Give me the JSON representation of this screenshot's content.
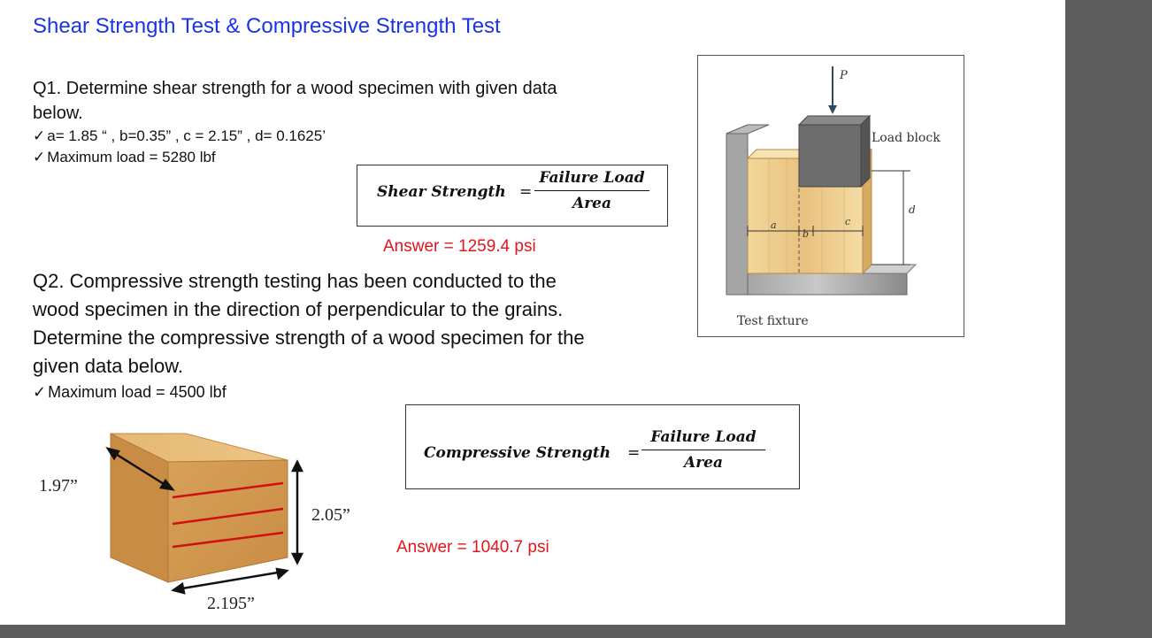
{
  "title": "Shear Strength Test & Compressive Strength Test",
  "q1": {
    "text": "Q1. Determine shear strength for a wood specimen with given data below.",
    "bullets": [
      "a= 1.85 “ , b=0.35” , c = 2.15” , d= 0.1625’",
      "Maximum load = 5280 lbf"
    ],
    "check": "✓"
  },
  "shear_formula": {
    "lhs": "Shear Strength",
    "eq": "=",
    "numerator": "Failure Load",
    "denominator": "Area"
  },
  "answer1": "Answer = 1259.4 psi",
  "q2": {
    "text": "Q2. Compressive strength testing has been conducted to the wood specimen in the direction of perpendicular to the grains. Determine the compressive strength of a wood specimen for the given data below.",
    "bullets": [
      "Maximum load = 4500 lbf"
    ]
  },
  "compressive_formula": {
    "lhs": "Compressive Strength",
    "eq": "=",
    "numerator": "Failure Load",
    "denominator": "Area"
  },
  "answer2": "Answer = 1040.7 psi",
  "figure1": {
    "load_label": "P",
    "load_block_label": "Load block",
    "test_fixture_label": "Test fixture",
    "dims": [
      "a",
      "b",
      "c",
      "d"
    ]
  },
  "figure2": {
    "depth_label": "1.97”",
    "height_label": "2.05”",
    "width_label": "2.195”"
  },
  "colors": {
    "title": "#1a33e6",
    "answer": "#e3141b",
    "wood": "#e9c17f",
    "frame": "#5d5d5d"
  }
}
